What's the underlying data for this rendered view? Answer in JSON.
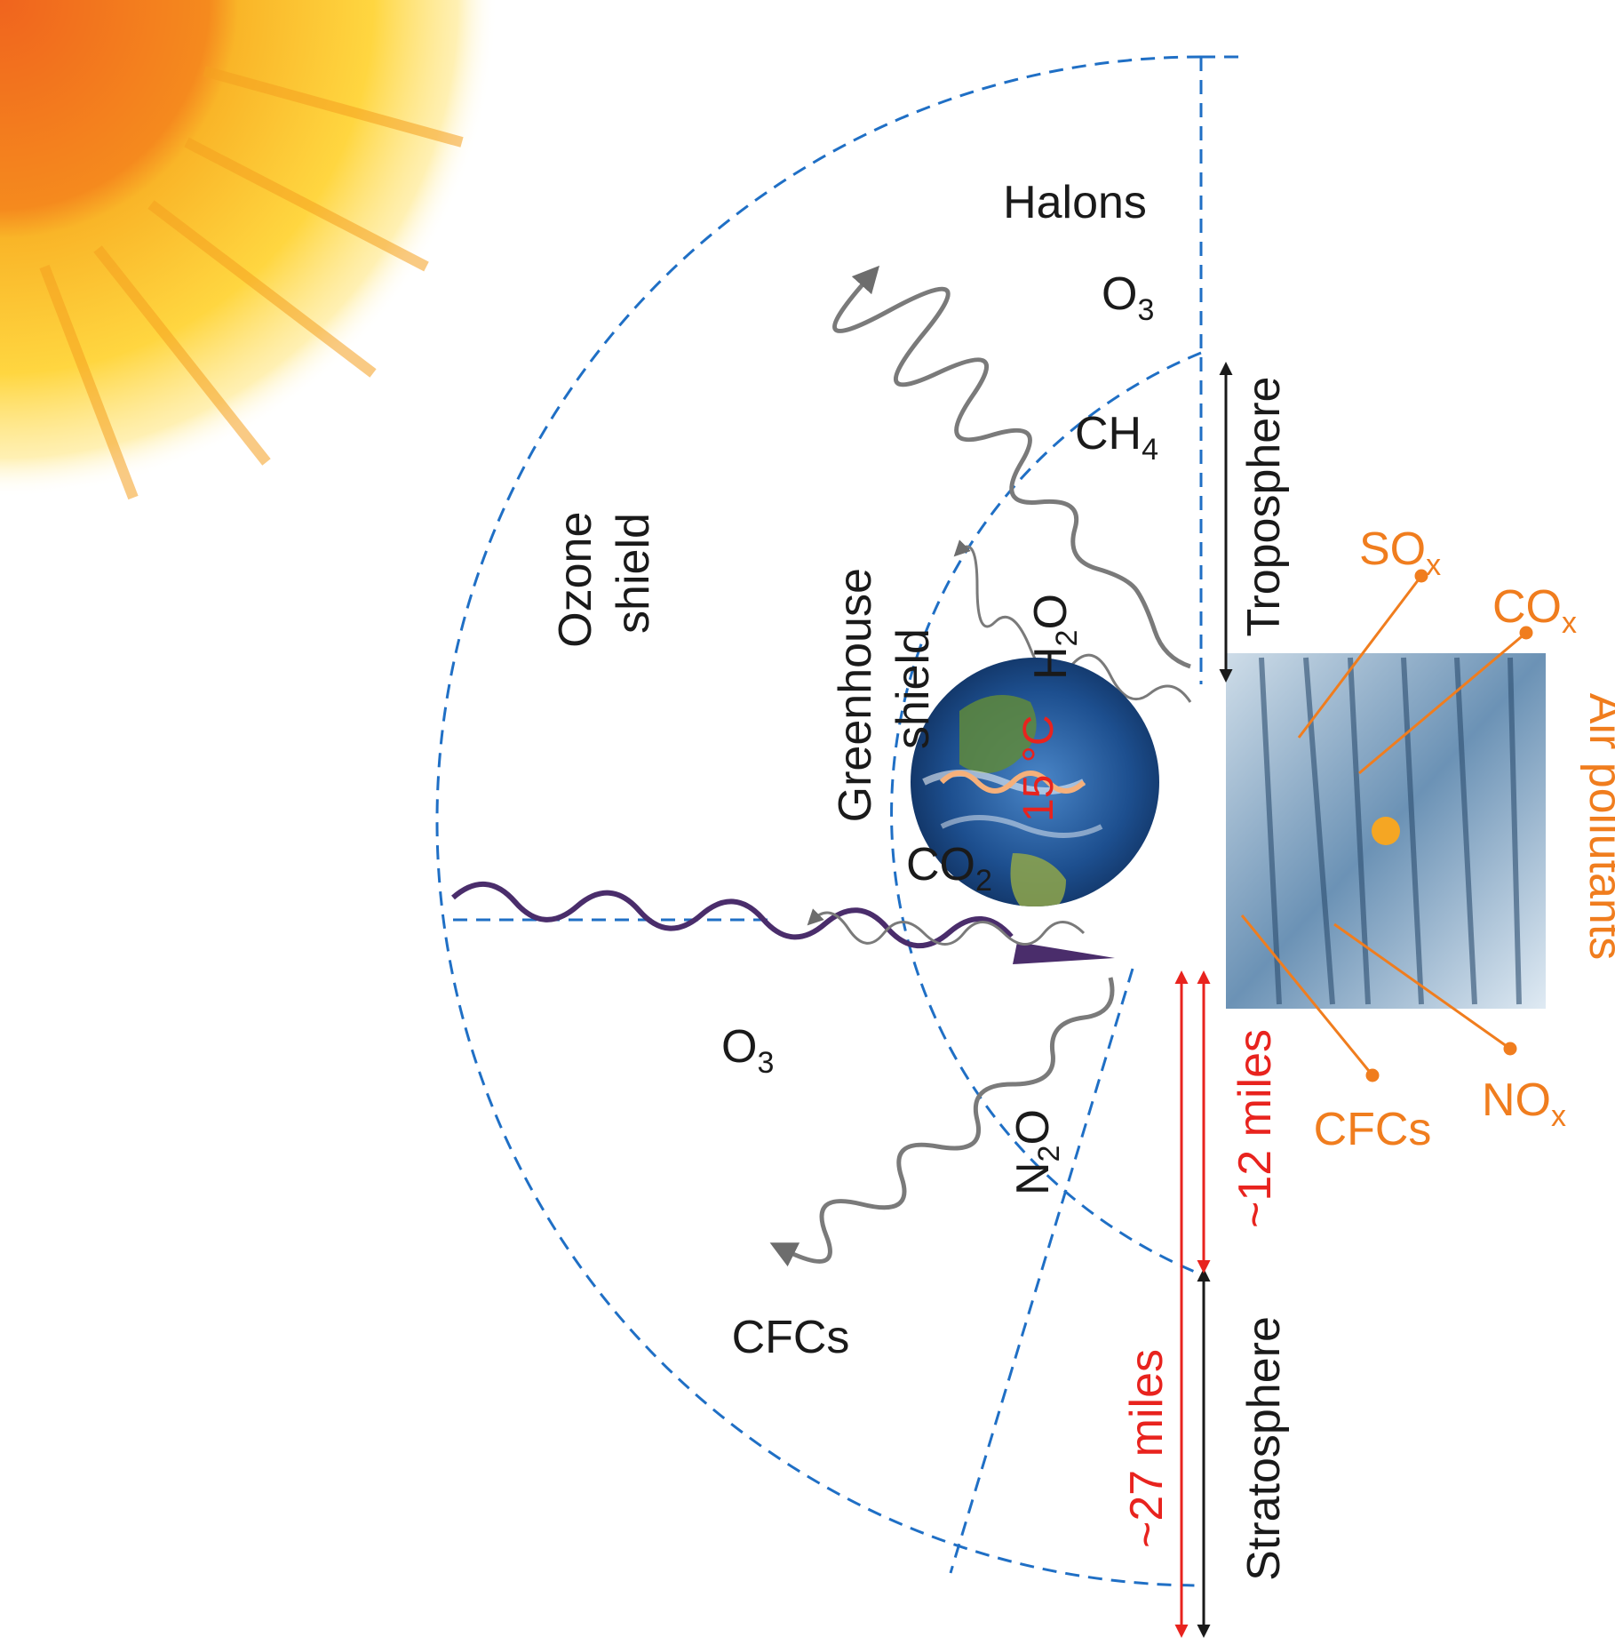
{
  "regions": {
    "ozone": "Ozone shield",
    "ozone_line1": "Ozone",
    "ozone_line2": "shield",
    "greenhouse_line1": "Greenhouse",
    "greenhouse_line2": "shield"
  },
  "gases": {
    "halons": "Halons",
    "o3_upper": "O",
    "o3_upper_sub": "3",
    "ch4": "CH",
    "ch4_sub": "4",
    "h2o_h": "H",
    "h2o_sub": "2",
    "h2o_o": "O",
    "co2": "CO",
    "co2_sub": "2",
    "o3_lower": "O",
    "o3_lower_sub": "3",
    "n2o_n": "N",
    "n2o_sub": "2",
    "n2o_o": "O",
    "cfcs_outer": "CFCs"
  },
  "temperature": "15 °C",
  "layers": {
    "troposphere": "Troposphere",
    "stratosphere": "Stratosphere",
    "dist_12": "~12 miles",
    "dist_27": "~27 miles"
  },
  "pollutants": {
    "title": "Air pollutants",
    "sox": "SO",
    "sox_sub": "x",
    "cox": "CO",
    "cox_sub": "x",
    "nox": "NO",
    "nox_sub": "x",
    "cfcs": "CFCs"
  },
  "colors": {
    "dashed_boundary": "#1f6fc5",
    "pollutant_orange": "#f07d1e",
    "distance_red": "#e8231e",
    "uv_purple": "#4a2d6b",
    "ir_gray": "#7a7a7a"
  }
}
